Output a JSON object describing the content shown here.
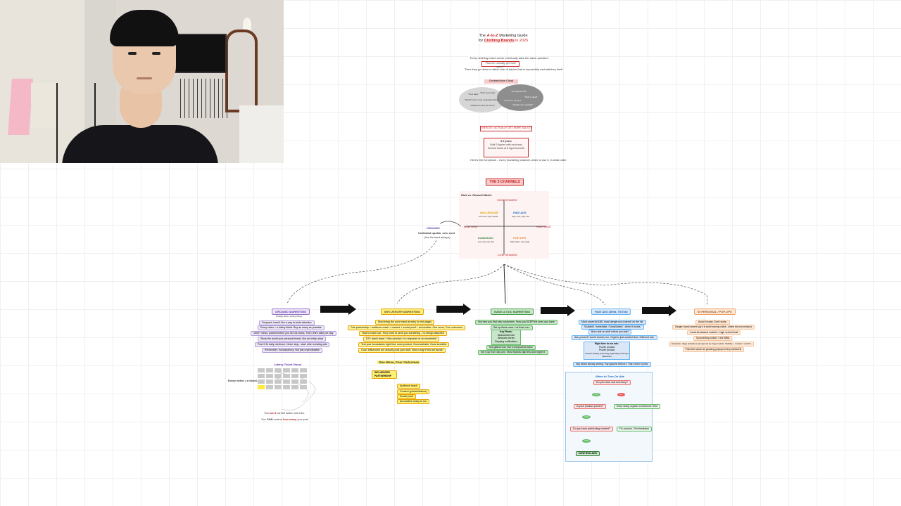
{
  "guide": {
    "title_line1_prefix": "The",
    "title_line1_em": "A-to-Z",
    "title_line1_suffix": "Marketing Guide",
    "title_line2_prefix": "for",
    "title_line2_em": "Clothing Brands",
    "title_line2_suffix": "in 2026",
    "intro": "Every clothing brand owner eventually asks the same question:",
    "question": "\"How do I actually get more sales?\"",
    "followup": "Then they go down a rabbit hole of advice that is impossibly contradictory itself",
    "contradiction_label": "Contradiction Cloud",
    "cloud_left": [
      "\"Post daily\"",
      "\"Post every day\"",
      "\"Reach is the most underrated thing\"",
      "\"Influencers are the move\""
    ],
    "cloud_right": [
      "\"No organic first\"",
      "\"Paid is dead\"",
      "\"Don't run ads yet\"",
      "\"Quality over quantity\""
    ],
    "so_what": "THEN DO I ACTUALLY GET MORE SALES?",
    "credentials": [
      "8-9 years",
      "Built 2 figures with my brand",
      "Second brand at 6 figures/month"
    ],
    "map_note": "Here's the full picture - every marketing channel, when to use it, in what order",
    "channels_title": "THE 5 CHANNELS"
  },
  "matrix": {
    "title": "Risk vs. Reward Matrix",
    "top": "HIGH REWARD",
    "bottom": "LOW REWARD",
    "left": "LOW RISK",
    "right": "HIGH RISK",
    "influencer": "INFLUENCER",
    "influencer_sub": "low-cost, high upside",
    "paid": "PAID ADS",
    "paid_sub": "high cost, high risk",
    "kang": "KANG/UGC",
    "kang_sub": "low cost, low risk",
    "popups": "POP-UPS",
    "popups_sub": "high effort, low scale",
    "organic": "ORGANIC",
    "organic_sub1": "Unlimited upside, zero cost",
    "organic_sub2": "(but it's hard always)"
  },
  "phases": [
    {
      "label": "ORGANIC MARKETING",
      "sub": "Posting ideas, testing things"
    },
    {
      "label": "INFLUENCER MARKETING"
    },
    {
      "label": "KANG & UGC MARKETING"
    },
    {
      "label": "PAID ADS (Meta, TikTok)"
    },
    {
      "label": "IN PERSONAL / POP-UPS"
    }
  ],
  "organic_items": [
    "Frequent, treat it like a way to build attention",
    "Every video = a lottery ticket. Buy as many as possible",
    "1000+ views, posted before you hit 10k views. Then retire cake per-day",
    "Show the world your personal brand. Not an entity, story",
    "Post 2-3x daily minimum. Never stop - start other creating ads",
    "Remember: Inconsistency. Not just unpredictable"
  ],
  "lottery": {
    "title": "Lottery Ticket Visual",
    "every_video": "Every video = a ticket.",
    "cant_prefix": "You",
    "cant_em": "can't",
    "cant_suffix": "control which one hits.",
    "can_prefix": "You",
    "can_em": "CAN",
    "can_mid": "control",
    "can_em2": "how many",
    "can_suffix": "you post."
  },
  "influencer_items": [
    "Must bring (for your brand at early to mid-stage)",
    "One partnership = audience reach + content + social proof + ad creative. One move, Four outcomes",
    "How to reach out: They need to send you something - no strings attached",
    "DIY: reach down + intro product / no response or no movement",
    "Test your boundaries: tight first, more product, Good website, Good seedlets",
    "Goal: Influencers are actually post your stuff. Now to tag it best ad launch"
  ],
  "outcomes": {
    "title": "One Move, Four Outcomes",
    "partnership": "INFLUENCER PARTNERSHIP",
    "items": [
      "Audience reach",
      "Content (photos/videos)",
      "Social proof",
      "Ad creative ready to run"
    ]
  },
  "kang_items": [
    "Not new you find new customers. How you KEEP the ones you have",
    "Set up flows once. Let them run.",
    "Key Flows:",
    "Abandoned cart",
    "Welcome series",
    "Shipping notifications",
    "Not glamorous. But it compounds hard.",
    "Set it up from day one. Most brands skip this and regret it."
  ],
  "paid_items": [
    "Most powerful AND most dangerous channel on the list",
    "Scalable. Immediate. Complicated - when it works.",
    "Burn ads on stuff where you start",
    "Ask yourself: would brands run, Organic just wasted time. Different risk.",
    "Right time to run ads:",
    "Proven product",
    "Proven product",
    "Content already performing organically or through influencers",
    "Skip what's already working. Pay gasoline behind it. That's when it prints."
  ],
  "flow": {
    "title": "When to Turn On Ads",
    "q1": "Do you have real inventory?",
    "yes": "YES",
    "no": "NO",
    "q2": "Is your product proven?",
    "no_branch1": "Keep doing organic & influencer first",
    "q3": "Do you have performing content?",
    "no_branch2": "Fix product / Get feedback",
    "go": "NOW RUN ADS"
  },
  "popup_items": [
    "Avoid it early. Don't scale.",
    "Danger: brand owners say it is worth earning online - where the sun money is",
    "Local streetwear market = high school bust",
    "Succeeding online = the MBA",
    "Exception: Huge activations (Liverpool) by Yuga models: Visibility + content = worth it",
    "Paid the same as growing popups every weekend"
  ],
  "colors": {
    "accent_red": "#c62828",
    "organic_purple": "#ede7f6",
    "influencer_yellow": "#fff176",
    "kang_green": "#c8e6c9",
    "paid_blue": "#dbe7f7",
    "popup_peach": "#fde8d6"
  }
}
